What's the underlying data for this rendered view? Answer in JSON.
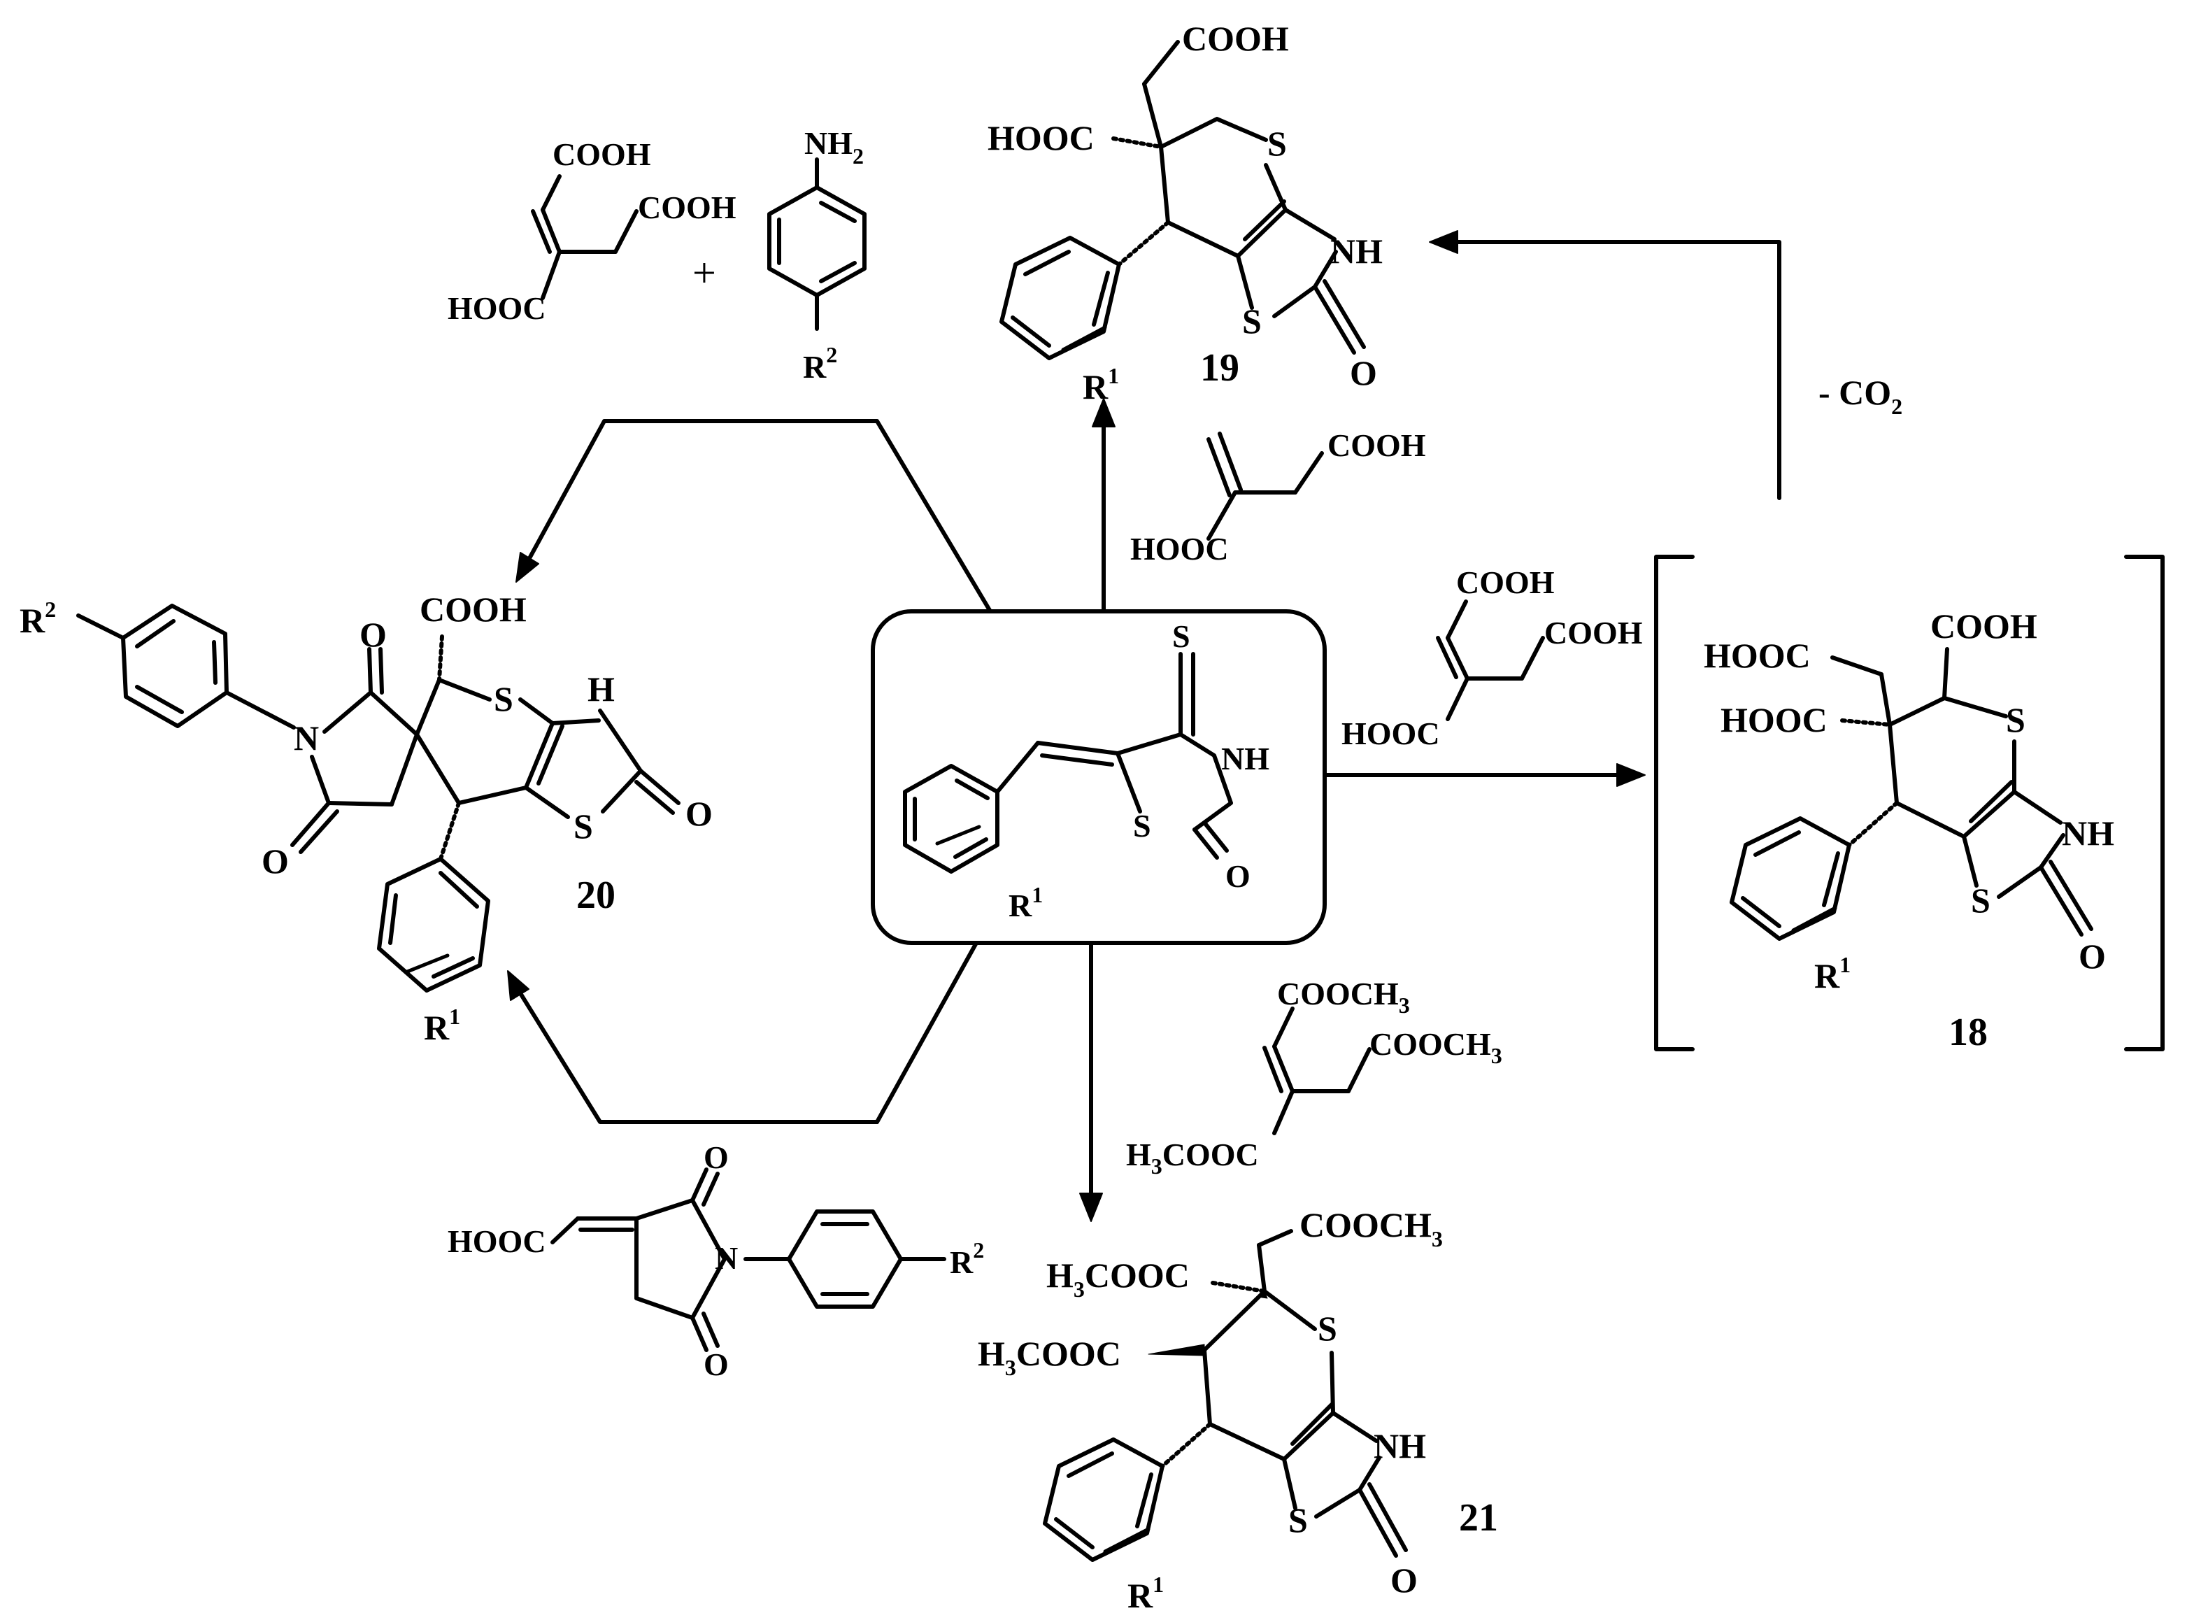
{
  "compound_labels": {
    "c18": "18",
    "c19": "19",
    "c20": "20",
    "c21": "21"
  },
  "arrow_labels": {
    "minus_co2": "- CO",
    "minus_co2_sub": "2",
    "plus": "+"
  },
  "atoms": {
    "s": "S",
    "nh": "NH",
    "h": "H",
    "n": "N",
    "o": "O",
    "cooh": "COOH",
    "hooc": "HOOC",
    "nh2": "NH",
    "nh2_sub": "2",
    "r": "R",
    "r1_sup": "1",
    "r2_sup": "2",
    "cooch3": "COOCH",
    "cooch3_sub": "3",
    "h3cooc_h": "H",
    "h3cooc_sub": "3",
    "h3cooc_rest": "COOC"
  }
}
